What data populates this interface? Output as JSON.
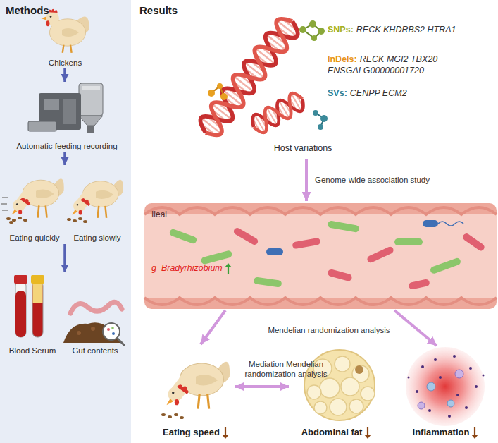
{
  "diagram": {
    "nodes": [
      {
        "text": [
          "Methods"
        ]
      },
      {
        "text": [
          "Chickens"
        ],
        "in": 0
      },
      {
        "text": [
          "Automatic feeding recording"
        ],
        "in": 0
      },
      {
        "text": [
          "Eating quickly",
          "Eating slowly"
        ],
        "in": 0
      },
      {
        "text": [
          "Blood Serum",
          "Gut contents"
        ],
        "in": 0
      },
      {
        "text": [
          "Results"
        ]
      },
      {
        "text": [
          "SNPs:",
          "RECK KHDRBS2 HTRA1",
          "InDels:",
          "RECK MGI2 TBX20 ENSGALG00000001720",
          "SVs:",
          "CENPP ECM2",
          "Host variations"
        ],
        "in": 5
      },
      {
        "text": [
          "Ileal",
          "g_Bradyrhizobium"
        ],
        "in": 5
      },
      {
        "text": [
          "Eating speed"
        ],
        "in": 5
      },
      {
        "text": [
          "Abdominal fat"
        ],
        "in": 5
      },
      {
        "text": [
          "Inflammation"
        ],
        "in": 5
      }
    ],
    "edges": [
      {
        "from": 1,
        "to": 2,
        "arrow": "to"
      },
      {
        "from": 2,
        "to": 3,
        "arrow": "to"
      },
      {
        "from": 3,
        "to": 4,
        "arrow": "to"
      },
      {
        "from": 6,
        "to": 7,
        "label": "Genome-wide association study",
        "arrow": "to"
      },
      {
        "from": 7,
        "to": 8,
        "arrow": "to"
      },
      {
        "from": 7,
        "to": 10,
        "arrow": "to"
      },
      {
        "from": 8,
        "to": 9,
        "label": "Mediation Mendelian randomization analysis",
        "arrow": "both"
      }
    ],
    "labels": [
      "Mendelian randomization analysis"
    ]
  }
}
